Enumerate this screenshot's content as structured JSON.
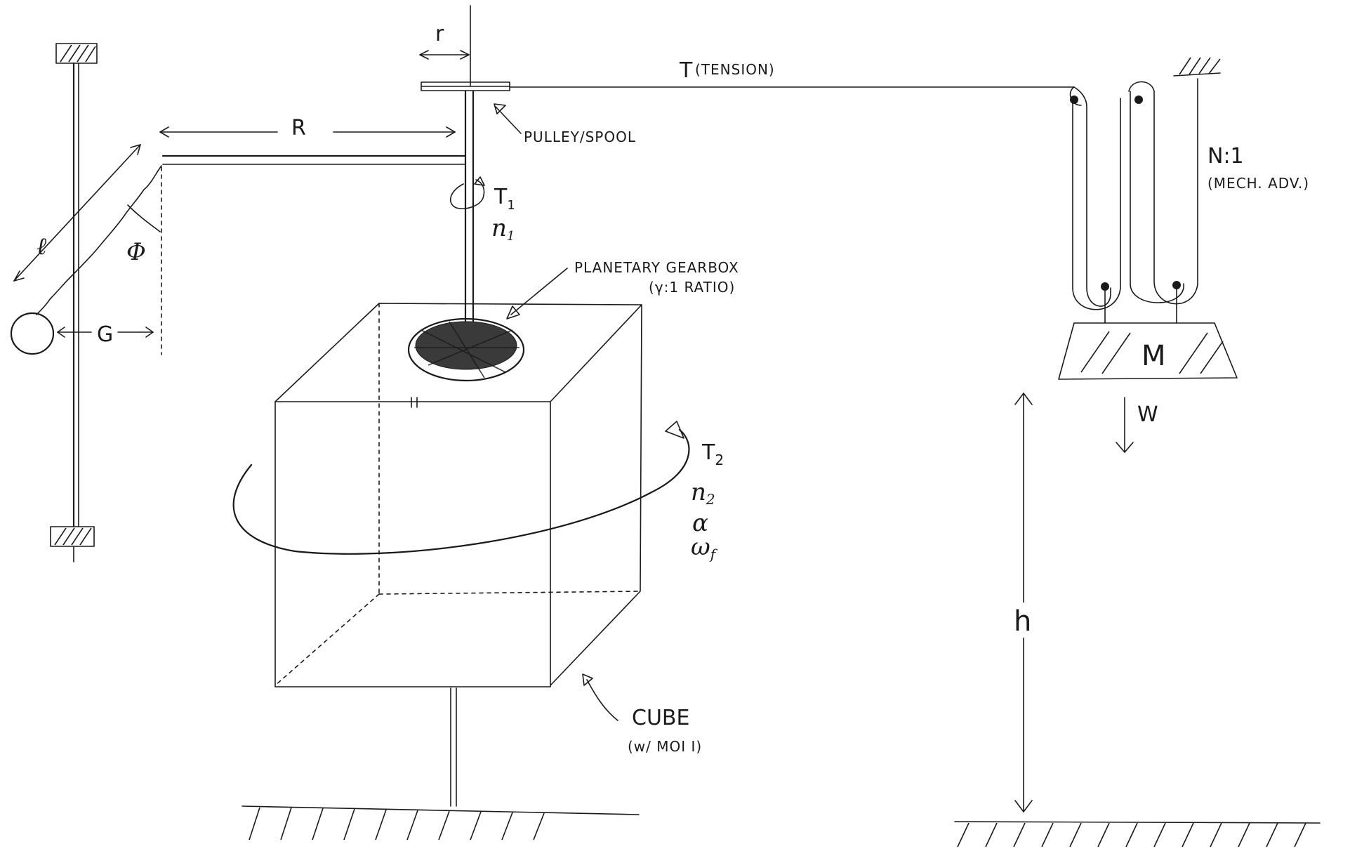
{
  "labels": {
    "small_radius": "r",
    "big_radius": "R",
    "tension": "T",
    "tension_note": "(TENSION)",
    "pulley": "PULLEY/SPOOL",
    "torque1": "T",
    "torque1_sub": "1",
    "speed1": "n",
    "speed1_sub": "1",
    "gearbox": "PLANETARY GEARBOX",
    "gearbox_ratio": "(γ:1 RATIO)",
    "torque2": "T",
    "torque2_sub": "2",
    "speed2": "n",
    "speed2_sub": "2",
    "alpha": "α",
    "omega": "ω",
    "omega_sub": "f",
    "cube": "CUBE",
    "cube_moi": "(w/ MOI I)",
    "length": "ℓ",
    "angle": "Φ",
    "gap": "G",
    "mech_adv": "N:1",
    "mech_adv_note": "(MECH. ADV.)",
    "mass": "M",
    "weight": "W",
    "height": "h"
  }
}
